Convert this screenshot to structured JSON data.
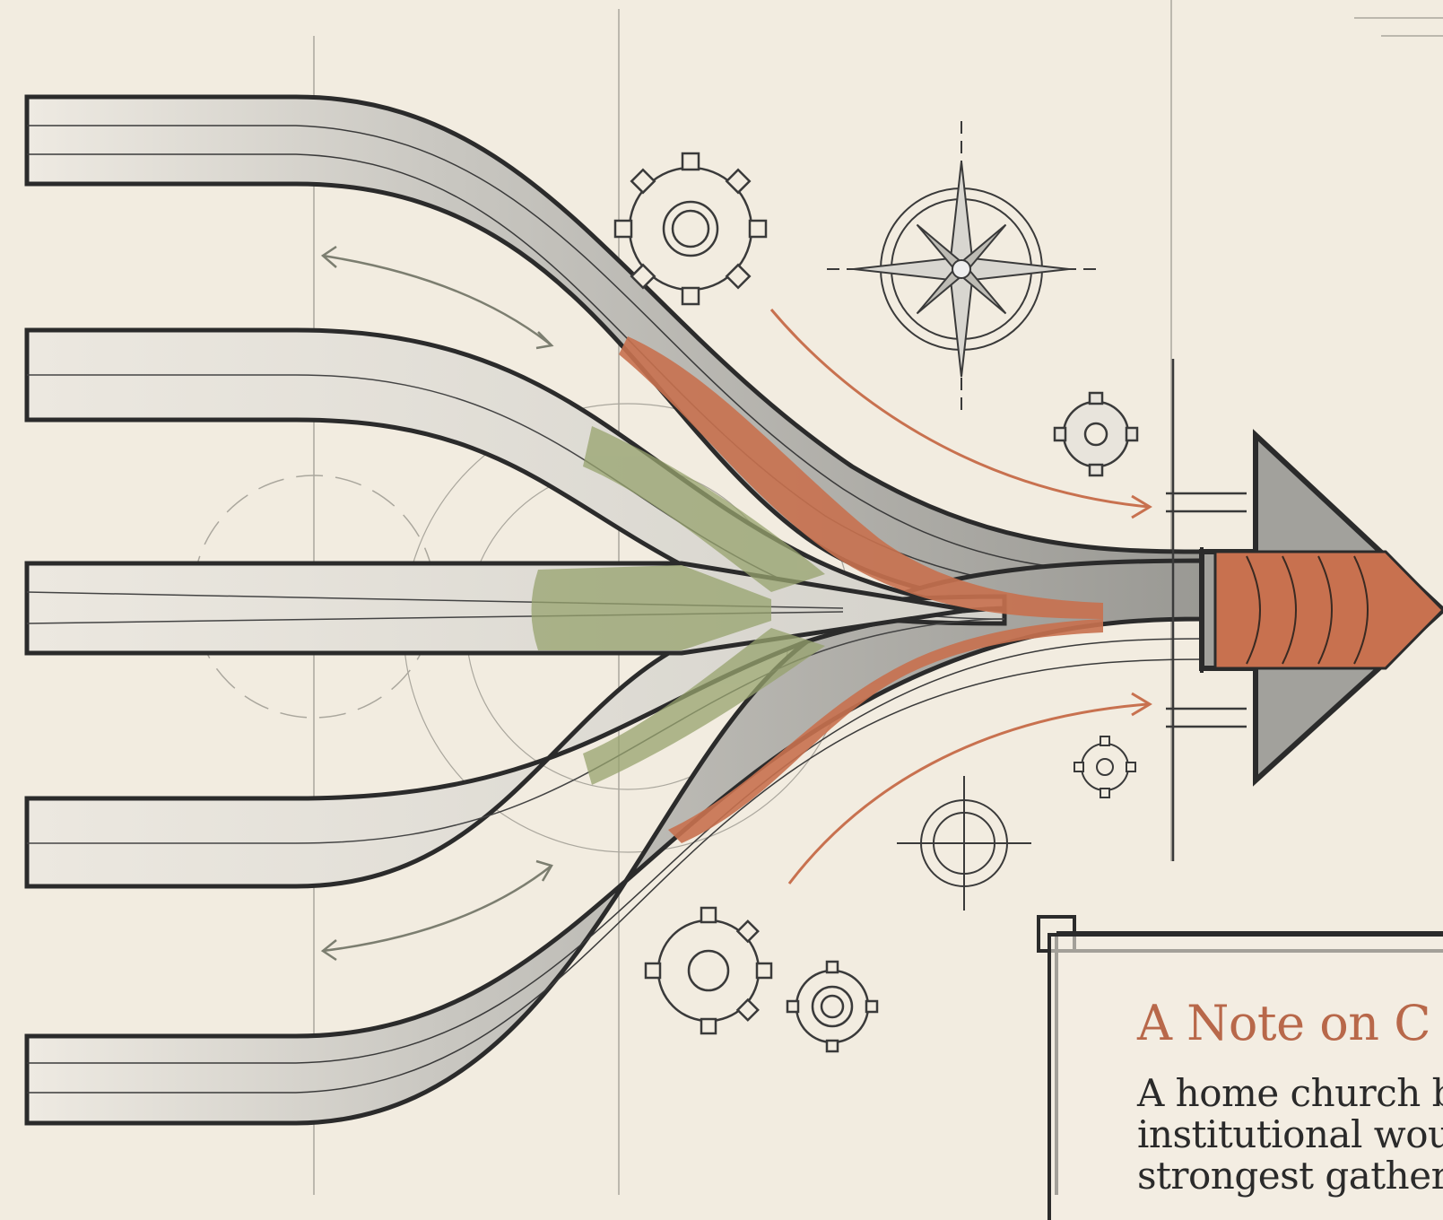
{
  "note": {
    "title": "A Note on C",
    "lines": [
      "A home church bu",
      "institutional wou",
      "strongest gatheri"
    ]
  },
  "palette": {
    "paper": "#f2ece0",
    "ink": "#2b2b2b",
    "stream_gray": "#a6a6a2",
    "stream_light": "#d8d6d0",
    "terracotta": "#c8714f",
    "sage": "#97a36e"
  },
  "illustration": {
    "streams": [
      "stream-1",
      "stream-2",
      "stream-3",
      "stream-4",
      "stream-5"
    ],
    "icons": [
      "gear-icon",
      "compass-icon",
      "arrow-head-icon"
    ]
  }
}
